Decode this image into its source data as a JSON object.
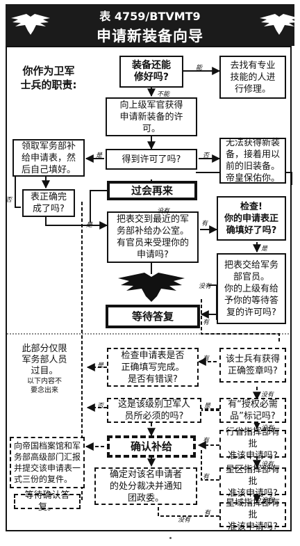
{
  "header": {
    "form_no": "表 4759/BTVMT9",
    "title": "申请新装备向导"
  },
  "duty": "你作为卫军\n士兵的职责:",
  "restricted_note": {
    "main": "此部分仅限\n军务部人员\n过目。",
    "sub": "以下内容不\n要念出来"
  },
  "boxes": {
    "can_repair": "装备还能\n修好吗?",
    "find_tech": "去找有专业\n技能的人进\n行修理。",
    "ask_officer": "向上级军官获得\n申请新装备的许\n可。",
    "got_permit": "得到许可了吗?",
    "no_new_gear": "无法获得新装\n备，接着用以\n前的旧装备。\n帝皇保佑你。",
    "get_form": "领取军务部补\n给申请表，然\n后自己填好。",
    "filled_right": "表正确完\n成了吗?",
    "come_back": "过会再来",
    "submit_office": "把表交到最近的军\n务部补给办公室。\n有官员来受理你的\n申请吗?",
    "check": "检查!\n你的申请表正\n确填好了吗?",
    "give_officer": "把表交给军务\n部官员。\n你的上级有给\n予你的等待答\n复的许可吗?",
    "await_reply": "等待答复",
    "check_form": "检查申请表是否\n正确填写完成。\n是否有错误?",
    "signature": "该士兵有获得\n正确签章吗?",
    "needed_rank": "这是该级别卫军人\n员所必须的吗?",
    "authorized_mark": "有“授权必需\n品”标记吗?",
    "confirm_supply": "确认补给",
    "sector_cmd": "行省指挥部有批\n准该申请吗?",
    "subsector_cmd": "星区指挥部有批\n准该申请吗?",
    "segmentum_cmd": "星域指挥部有批\n准该申请吗?",
    "archive_report": "向帝国档案馆和军\n务部高级部门汇报\n并提交该申请表一\n式三份的复件。",
    "wait_confirm": "等待确认答复。",
    "deny_notice": "确定对该名申请者\n的处分裁决并通知\n团政委。"
  },
  "answers": {
    "can": "能",
    "cannot": "不能",
    "yes": "是",
    "no": "否",
    "none": "没有",
    "has": "有"
  }
}
